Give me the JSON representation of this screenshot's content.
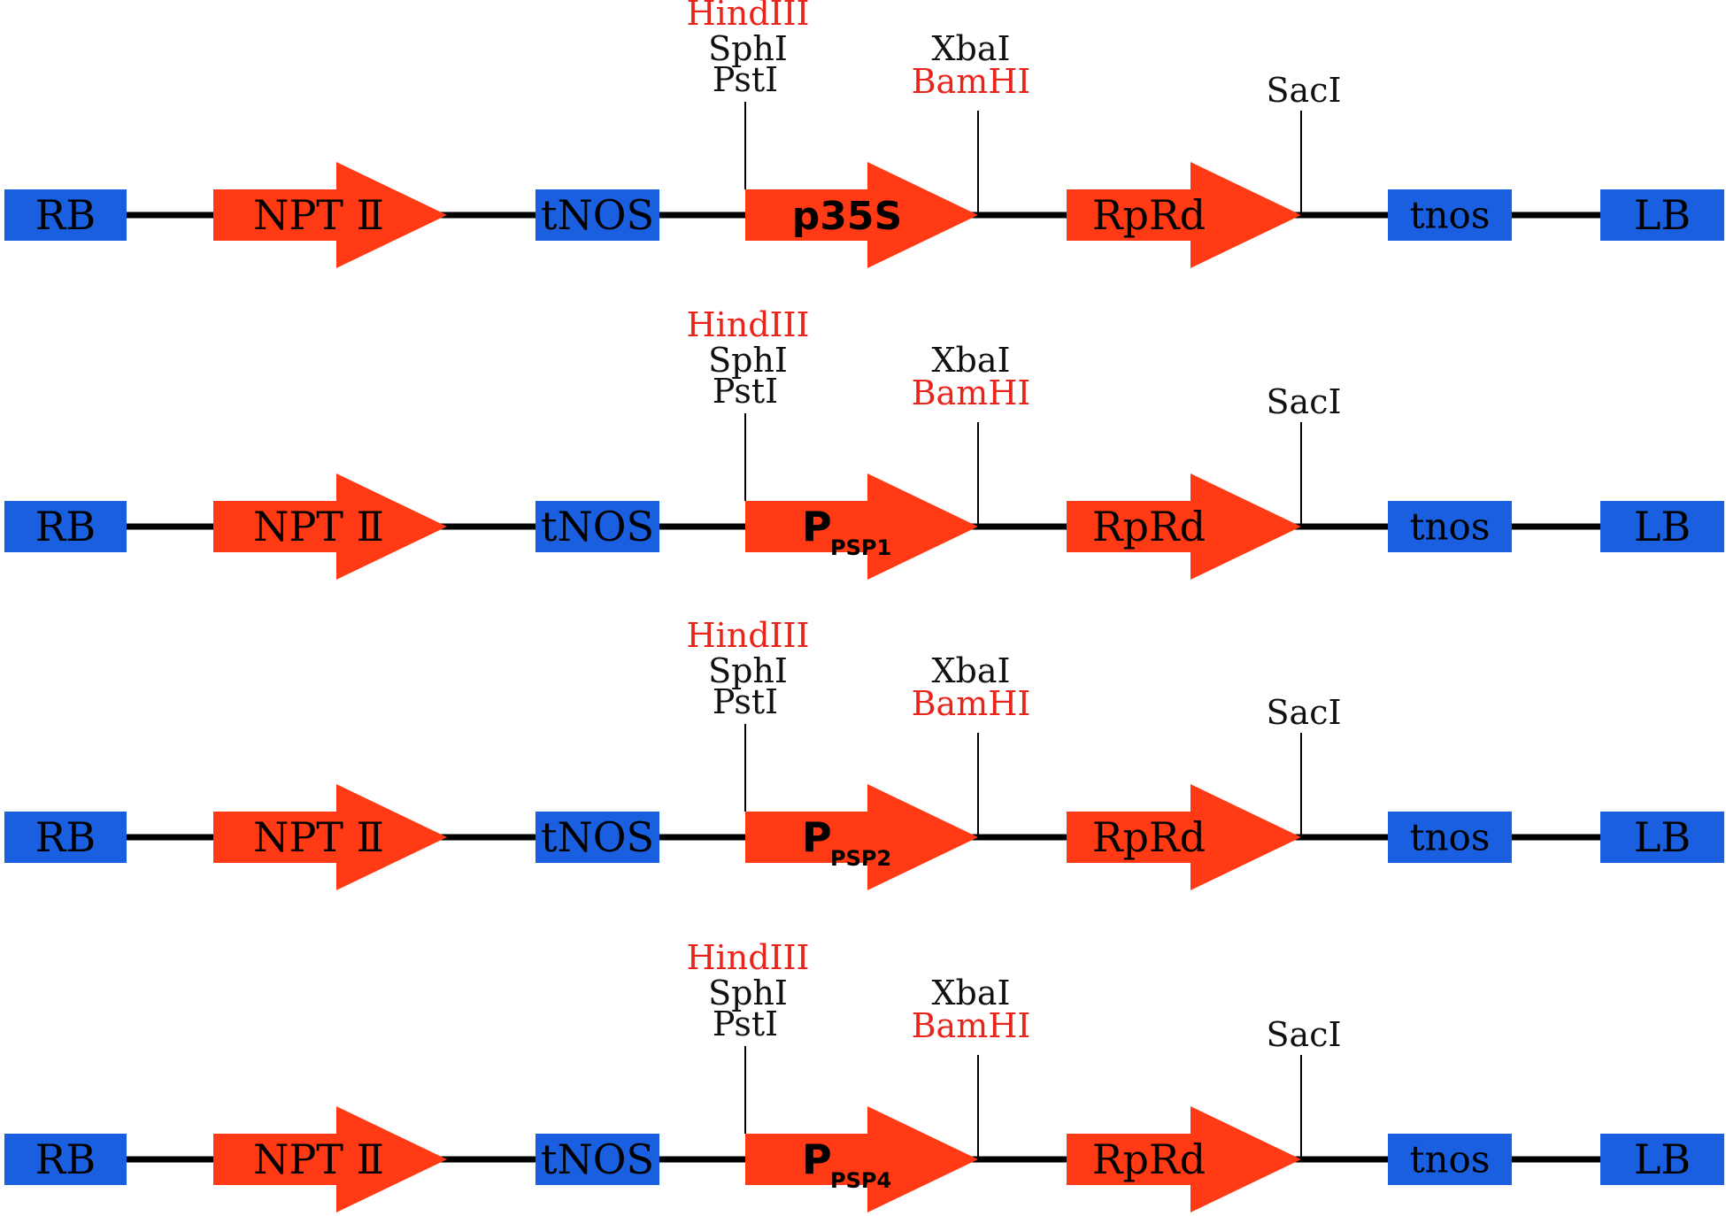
{
  "colors": {
    "blue": "#1a5fe0",
    "red": "#ff3a14",
    "line": "#000000",
    "site_red": "#e8251a",
    "site_black": "#111111",
    "text_black": "#000000"
  },
  "common": {
    "rb": "RB",
    "npt": "NPT Ⅱ",
    "tnos_upper": "tNOS",
    "rprd": "RpRd",
    "tnos_lower": "tnos",
    "lb": "LB",
    "site_hind": "HindIII",
    "site_sph": "SphI",
    "site_pst": "PstI",
    "site_xba": "XbaI",
    "site_bam": "BamHI",
    "site_sac": "SacI"
  },
  "constructs": [
    {
      "promoter": "p35S",
      "promoter_sub": ""
    },
    {
      "promoter": "P",
      "promoter_sub": "PSP1"
    },
    {
      "promoter": "P",
      "promoter_sub": "PSP2"
    },
    {
      "promoter": "P",
      "promoter_sub": "PSP4"
    }
  ]
}
